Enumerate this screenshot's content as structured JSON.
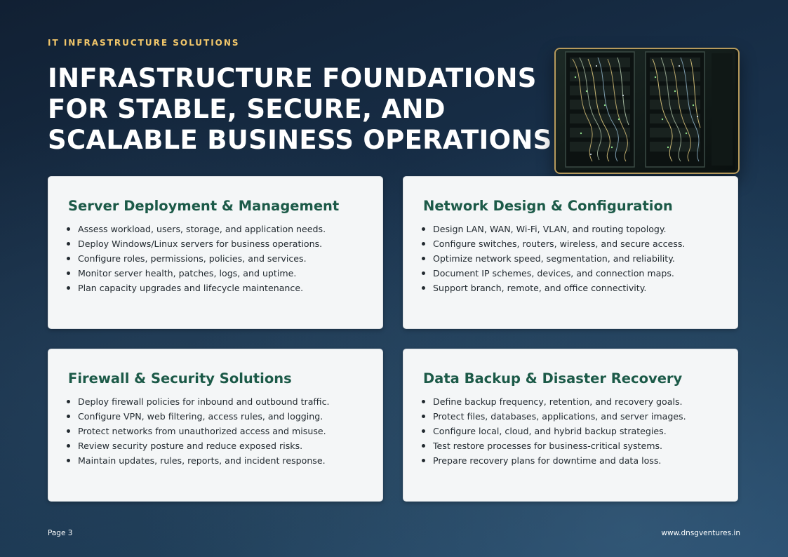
{
  "eyebrow": "IT INFRASTRUCTURE SOLUTIONS",
  "title_lines": [
    "INFRASTRUCTURE FOUNDATIONS",
    "FOR STABLE, SECURE, AND",
    "SCALABLE BUSINESS OPERATIONS"
  ],
  "colors": {
    "accent": "#f2c76a",
    "heading": "#1c5a48",
    "frame": "#b69a5c"
  },
  "cards": [
    {
      "title": "Server Deployment & Management",
      "items": [
        "Assess workload, users, storage, and application needs.",
        "Deploy Windows/Linux servers for business operations.",
        "Configure roles, permissions, policies, and services.",
        "Monitor server health, patches, logs, and uptime.",
        "Plan capacity upgrades and lifecycle maintenance."
      ]
    },
    {
      "title": "Network Design & Configuration",
      "items": [
        "Design LAN, WAN, Wi-Fi, VLAN, and routing topology.",
        "Configure switches, routers, wireless, and secure access.",
        "Optimize network speed, segmentation, and reliability.",
        "Document IP schemes, devices, and connection maps.",
        "Support branch, remote, and office connectivity."
      ]
    },
    {
      "title": "Firewall & Security Solutions",
      "items": [
        "Deploy firewall policies for inbound and outbound traffic.",
        "Configure VPN, web filtering, access rules, and logging.",
        "Protect networks from unauthorized access and misuse.",
        "Review security posture and reduce exposed risks.",
        "Maintain updates, rules, reports, and incident response."
      ]
    },
    {
      "title": "Data Backup & Disaster Recovery",
      "items": [
        "Define backup frequency, retention, and recovery goals.",
        "Protect files, databases, applications, and server images.",
        "Configure local, cloud, and hybrid backup strategies.",
        "Test restore processes for business-critical systems.",
        "Prepare recovery plans for downtime and data loss."
      ]
    }
  ],
  "footer": {
    "page": "Page 3",
    "website": "www.dnsgventures.in"
  }
}
